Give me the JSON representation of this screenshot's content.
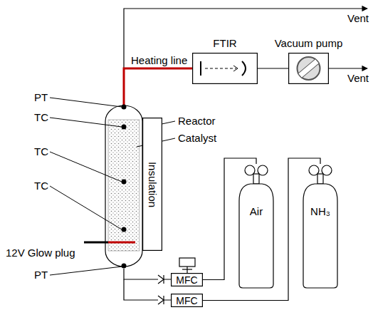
{
  "diagram": {
    "nodes": [
      {
        "text": [
          "FTIR"
        ]
      },
      {
        "text": [
          "Vacuum pump"
        ]
      },
      {
        "text": [
          "Insulation"
        ]
      },
      {
        "text": [
          "MFC"
        ]
      },
      {
        "text": [
          "MFC"
        ]
      },
      {
        "text": [
          "Air"
        ]
      },
      {
        "text": [
          "NH₃"
        ]
      }
    ],
    "edges": [
      {
        "from": 0,
        "to": 1,
        "arrow": "none"
      },
      {
        "from": 5,
        "to": 3,
        "arrow": "none"
      },
      {
        "from": 6,
        "to": 4,
        "arrow": "none"
      }
    ],
    "labels": [
      "Vent",
      "Vent",
      "Heating line",
      "PT",
      "TC",
      "TC",
      "TC",
      "Reactor",
      "Catalyst",
      "12V Glow plug",
      "PT"
    ]
  }
}
